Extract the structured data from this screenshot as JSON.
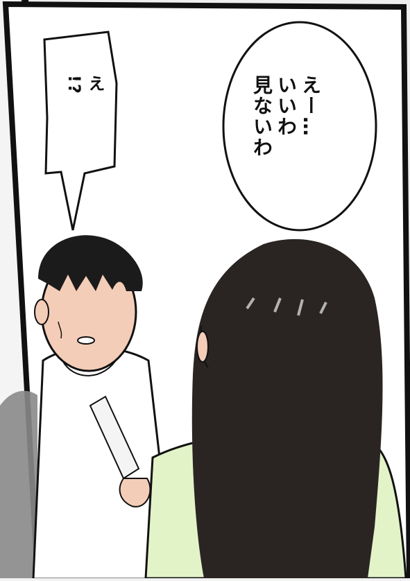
{
  "panel": {
    "speech_left": {
      "lines": [
        "え",
        "!?"
      ]
    },
    "speech_right": {
      "lines": [
        "えー…",
        "いいわ",
        "見ないわ"
      ]
    }
  },
  "colors": {
    "panel_border": "#111111",
    "background_panel": "#ffffff",
    "left_gutter": "#f0f0f0",
    "hair": "#1b1b1b",
    "woman_hair": "#2a2523",
    "skin": "#f4cdb8",
    "white_shirt": "#ffffff",
    "green_top": "#e3f3c8"
  }
}
